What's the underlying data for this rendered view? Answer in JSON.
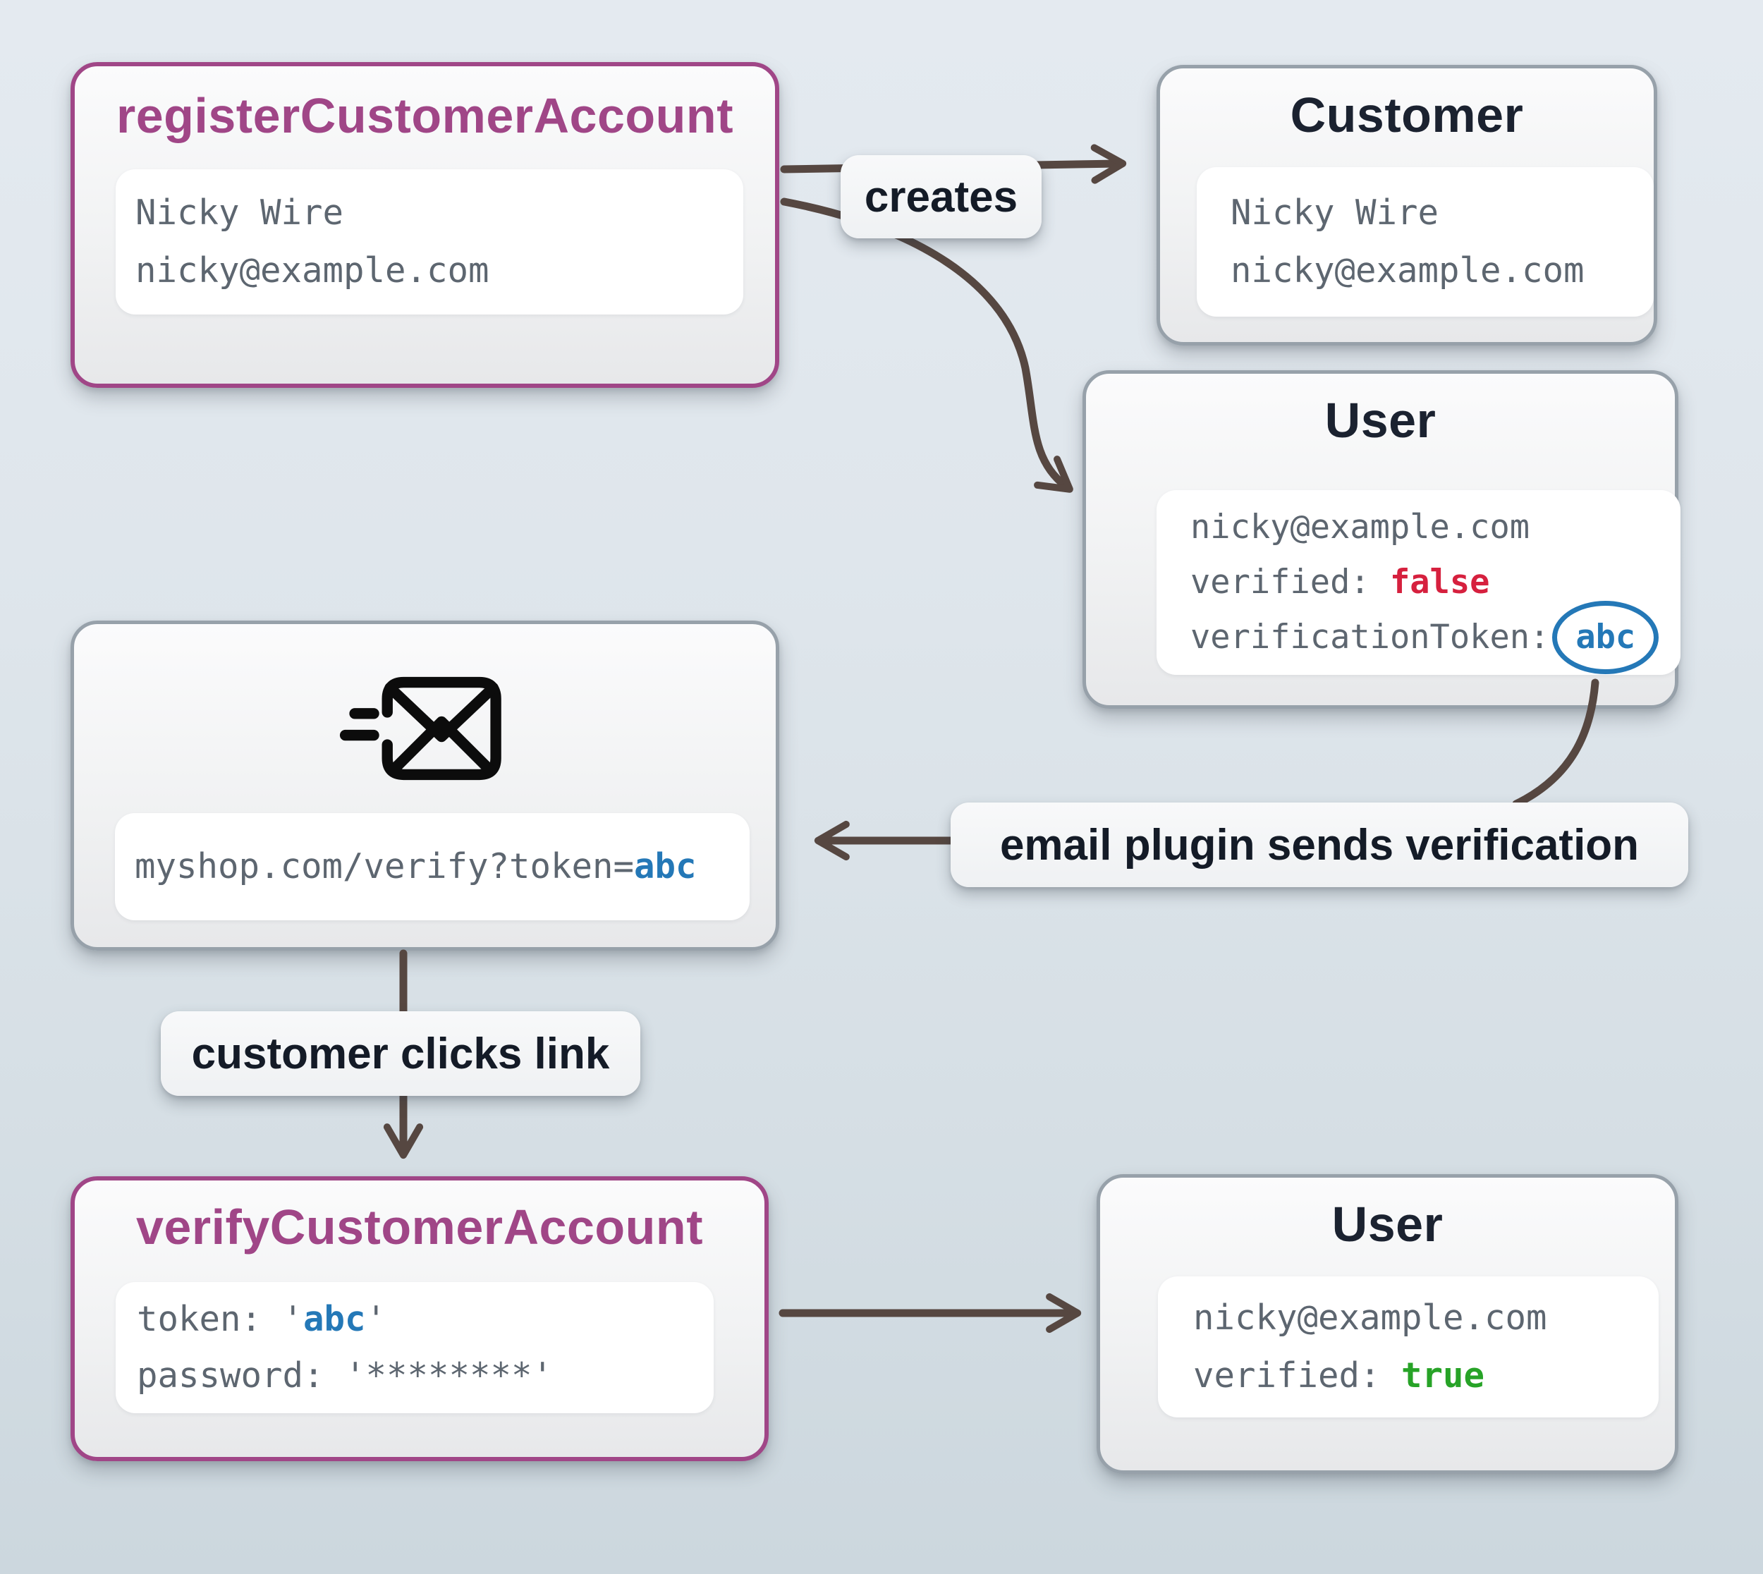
{
  "labels": {
    "creates": "creates",
    "email_plugin": "email plugin sends verification",
    "customer_clicks": "customer clicks link"
  },
  "boxes": {
    "register": {
      "title": "registerCustomerAccount",
      "lines": [
        "Nicky Wire",
        "nicky@example.com"
      ]
    },
    "customer": {
      "title": "Customer",
      "lines": [
        "Nicky Wire",
        "nicky@example.com"
      ]
    },
    "user_unverified": {
      "title": "User",
      "email": "nicky@example.com",
      "verified_label": "verified: ",
      "verified_value": "false",
      "token_label": "verificationToken:",
      "token_value": "abc"
    },
    "email_message": {
      "url_prefix": "myshop.com/verify?token=",
      "url_token": "abc"
    },
    "verify": {
      "title": "verifyCustomerAccount",
      "token_label": "token: ",
      "token_open_quote": "'",
      "token_value": "abc",
      "token_close_quote": "'",
      "password_label": "password: ",
      "password_value": "'********'"
    },
    "user_verified": {
      "title": "User",
      "email": "nicky@example.com",
      "verified_label": "verified: ",
      "verified_value": "true"
    }
  },
  "icons": {
    "email_send": "email-send-icon"
  },
  "colors": {
    "accent_magenta": "#a04687",
    "entity_border": "#97a1aa",
    "value_red": "#d6203e",
    "value_green": "#27a327",
    "value_blue": "#2478b7",
    "arrow": "#564741",
    "title_dark": "#1b2230",
    "mono_gray": "#5d6670",
    "background_top": "#e4eaf0",
    "background_bottom": "#ccd7de"
  }
}
